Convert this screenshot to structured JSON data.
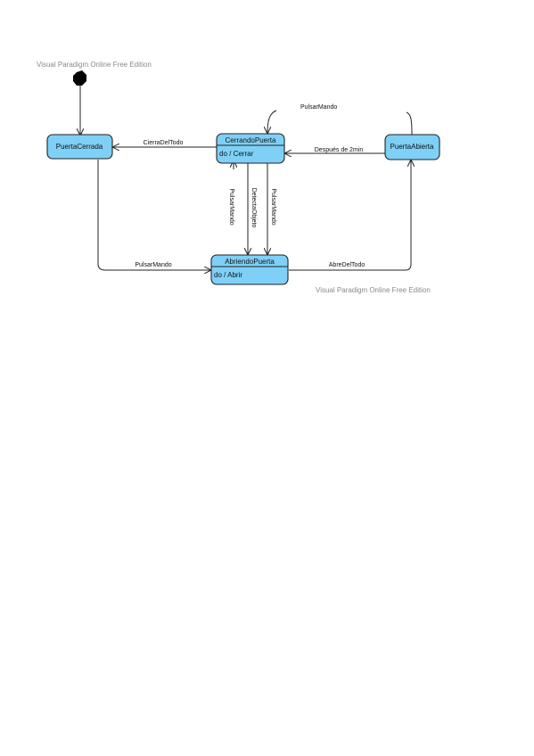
{
  "watermarks": {
    "top": "Visual Paradigm Online Free Edition",
    "bottom": "Visual Paradigm Online Free Edition"
  },
  "states": {
    "puerta_cerrada": "PuertaCerrada",
    "cerrando_line1": "CerrandoPuerta",
    "cerrando_line2": "do / Cerrar",
    "puerta_abierta": "PuertaAbierta",
    "abriendo_line1": "AbriendoPuerta",
    "abriendo_line2": "do / Abrir"
  },
  "transitions": {
    "cierra_del_todo": "CierraDelTodo",
    "pulsar_mando_top": "PulsarMando",
    "despues_2min": "Después de 2min",
    "pulsar_mando_bottom": "PulsarMando",
    "abre_del_todo": "AbreDelTodo",
    "pulsar_mando_v1": "PulsarMando",
    "detecta_objeto": "DetectaObjeto",
    "pulsar_mando_v2": "PulsarMando"
  },
  "colors": {
    "state_fill": "#7ed0f7",
    "stroke": "#222222",
    "watermark": "#8a8a8a"
  }
}
